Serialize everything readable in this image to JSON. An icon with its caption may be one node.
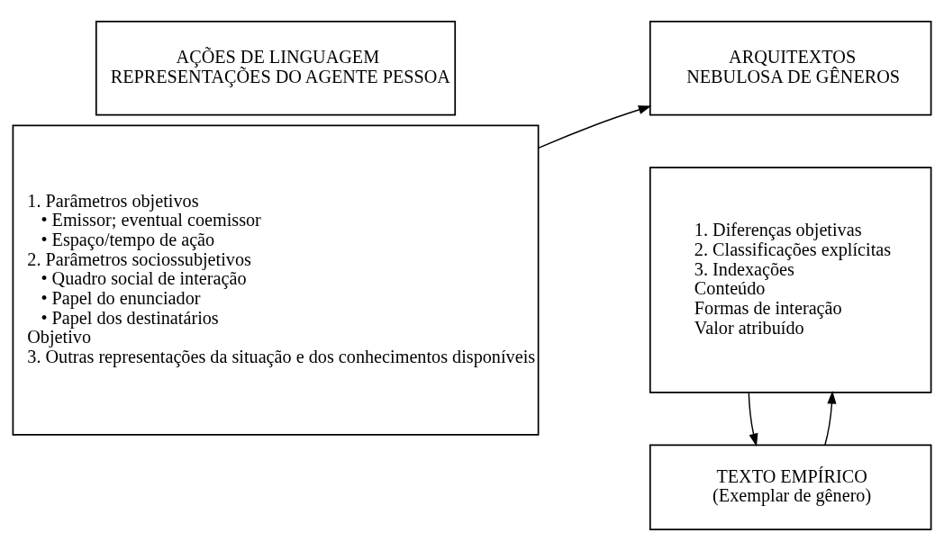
{
  "diagram": {
    "nodes": [
      {
        "text": [
          "AÇÕES DE LINGUAGEM",
          "REPRESENTAÇÕES DO AGENTE PESSOA"
        ]
      },
      {
        "text": [
          "1. Parâmetros objetivos",
          "• Emissor; eventual coemissor",
          "• Espaço/tempo de ação",
          "2. Parâmetros sociossubjetivos",
          "• Quadro social de interação",
          "• Papel do enunciador",
          "• Papel dos destinatários",
          "Objetivo",
          "3. Outras representações da situação e dos conhecimentos disponíveis"
        ]
      },
      {
        "text": [
          "ARQUITEXTOS",
          "NEBULOSA DE GÊNEROS"
        ]
      },
      {
        "text": [
          "1. Diferenças objetivas",
          "2. Classificações explícitas",
          "3. Indexações",
          "Conteúdo",
          "Formas de interação",
          "Valor atribuído"
        ]
      },
      {
        "text": [
          "TEXTO EMPÍRICO",
          "(Exemplar de gênero)"
        ]
      }
    ],
    "edges": [
      {
        "from": 1,
        "to": 2,
        "arrow": "to"
      },
      {
        "from": 3,
        "to": 4,
        "arrow": "to"
      },
      {
        "from": 4,
        "to": 3,
        "arrow": "to"
      }
    ]
  }
}
